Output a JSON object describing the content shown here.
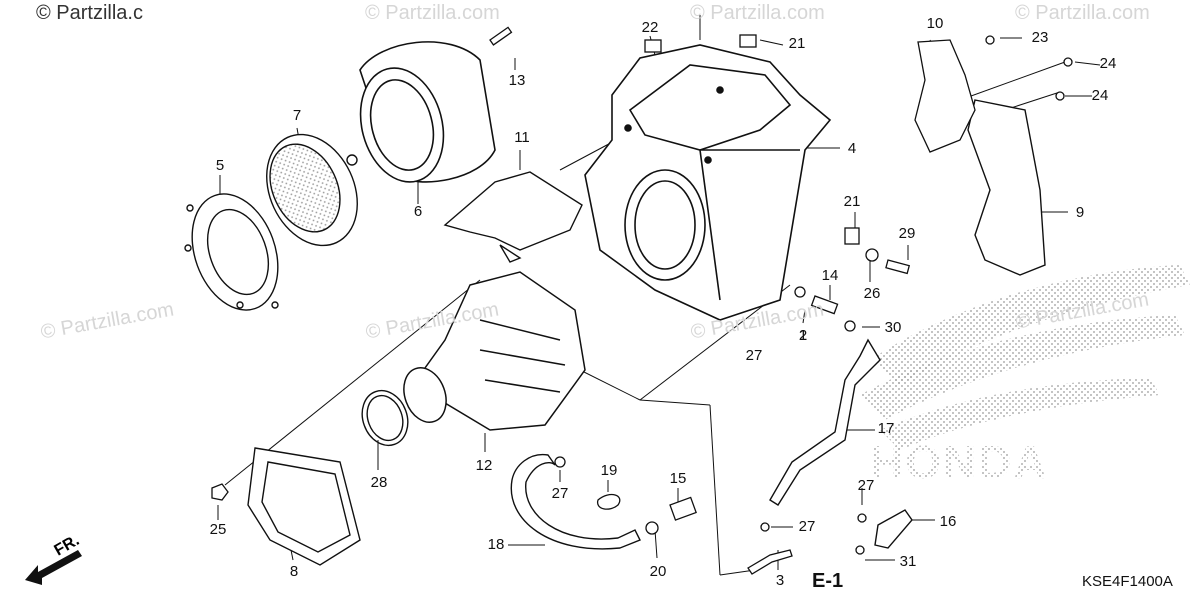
{
  "copyright": "© Partzilla.c",
  "watermark_text": "© Partzilla.com",
  "diagram_code": "KSE4F1400A",
  "section_ref": "E-1",
  "front_indicator": "FR.",
  "brand_logo_text": "HONDA",
  "part_numbers": [
    "1",
    "2",
    "3",
    "4",
    "5",
    "6",
    "7",
    "8",
    "9",
    "10",
    "11",
    "12",
    "13",
    "14",
    "15",
    "16",
    "17",
    "18",
    "19",
    "20",
    "21",
    "21",
    "22",
    "23",
    "24",
    "24",
    "25",
    "26",
    "27",
    "27",
    "27",
    "27",
    "28",
    "29",
    "30",
    "31"
  ]
}
